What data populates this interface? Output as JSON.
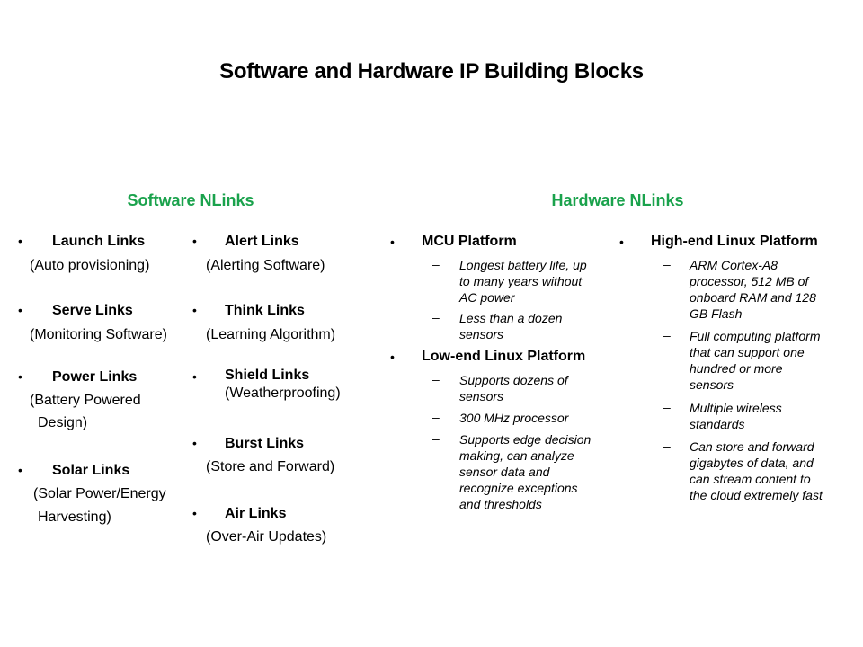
{
  "title": "Software and Hardware IP Building Blocks",
  "accent_color": "#1aa24c",
  "software": {
    "heading": "Software NLinks",
    "col1": [
      {
        "name": "Launch Links",
        "desc": [
          "(Auto provisioning)"
        ]
      },
      {
        "name": "Serve Links",
        "desc": [
          "(Monitoring Software)"
        ]
      },
      {
        "name": "Power Links",
        "desc": [
          "(Battery Powered",
          "Design)"
        ]
      },
      {
        "name": "Solar Links",
        "desc": [
          "(Solar Power/Energy",
          "Harvesting)"
        ]
      }
    ],
    "col2": [
      {
        "name": "Alert Links",
        "desc": [
          "(Alerting Software)"
        ]
      },
      {
        "name": "Think Links",
        "desc": [
          "(Learning Algorithm)"
        ]
      },
      {
        "name": "Shield Links",
        "desc": [
          "(Weatherproofing)"
        ]
      },
      {
        "name": "Burst Links",
        "desc": [
          "(Store and Forward)"
        ]
      },
      {
        "name": "Air Links",
        "desc": [
          "(Over-Air Updates)"
        ]
      }
    ]
  },
  "hardware": {
    "heading": "Hardware NLinks",
    "col1": [
      {
        "name": "MCU Platform",
        "points": [
          [
            "Longest battery life, up",
            "to many years without",
            "AC power"
          ],
          [
            "Less than a dozen",
            "sensors"
          ]
        ]
      },
      {
        "name": "Low-end Linux Platform",
        "points": [
          [
            "Supports dozens of",
            "sensors"
          ],
          [
            "300 MHz processor"
          ],
          [
            "Supports edge decision",
            "making, can analyze",
            "sensor data and",
            "recognize exceptions",
            "and thresholds"
          ]
        ]
      }
    ],
    "col2": [
      {
        "name": "High-end Linux Platform",
        "points": [
          [
            "ARM Cortex-A8",
            "processor, 512 MB of",
            "onboard RAM and 128",
            "GB Flash"
          ],
          [
            "Full computing platform",
            "that can support one",
            "hundred or more",
            "sensors"
          ],
          [
            "Multiple wireless",
            "standards"
          ],
          [
            "Can store and forward",
            "gigabytes of data, and",
            "can stream content to",
            "the cloud extremely fast"
          ]
        ]
      }
    ]
  },
  "glyphs": {
    "bullet": "•",
    "dash": "–"
  }
}
